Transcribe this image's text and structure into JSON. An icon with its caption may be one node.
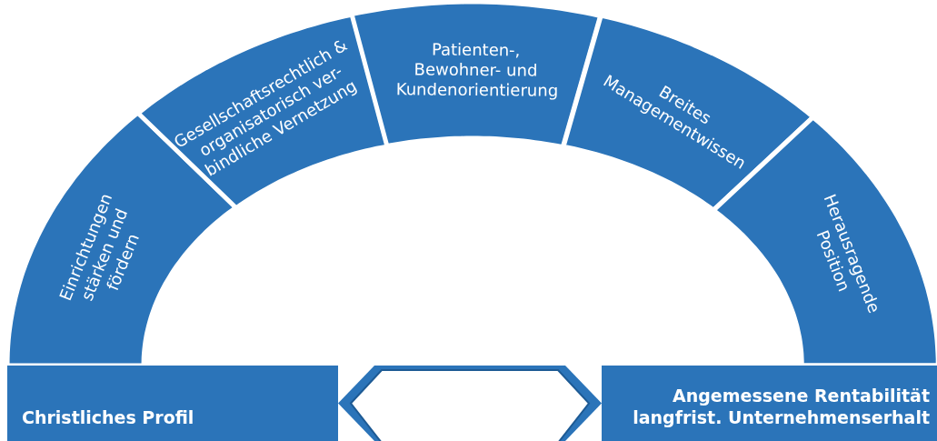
{
  "diagram": {
    "nodes": [
      {
        "text": [
          "Einrichtungen stärken und fördern"
        ]
      },
      {
        "text": [
          "Gesellschaftsrechtlich & organisatorisch ver- bindliche Vernetzung"
        ]
      },
      {
        "text": [
          "Patienten-, Bewohner- und Kundenorientierung"
        ]
      },
      {
        "text": [
          "Breites Managementwissen"
        ]
      },
      {
        "text": [
          "Herausragende Position"
        ]
      },
      {
        "text": [
          "Christliches Profil"
        ]
      },
      {
        "text": [],
        "shape": "hexagon"
      },
      {
        "text": [
          "Angemessene Rentabilität",
          "langfrist. Unternehmenserhalt"
        ]
      }
    ]
  }
}
